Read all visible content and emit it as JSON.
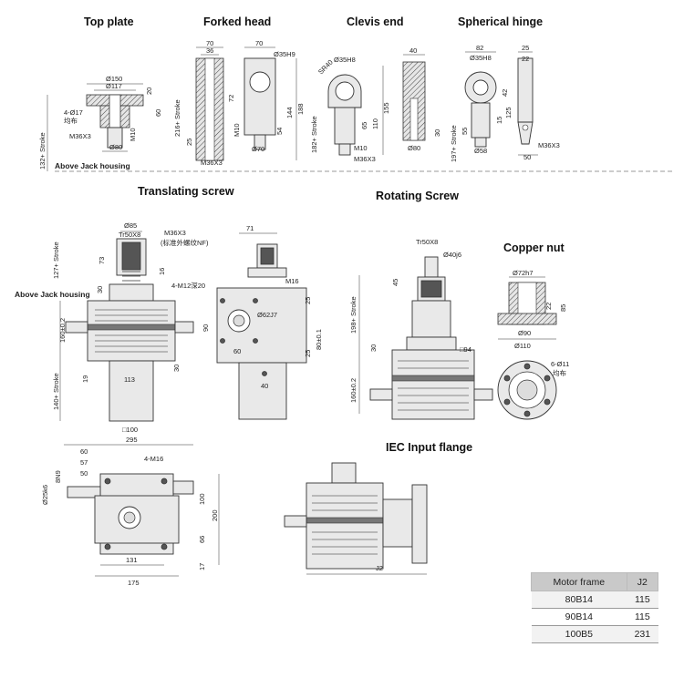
{
  "titles": {
    "top_plate": "Top plate",
    "forked_head": "Forked head",
    "clevis_end": "Clevis end",
    "spherical_hinge": "Spherical hinge",
    "translating_screw": "Translating screw",
    "rotating_screw": "Rotating Screw",
    "copper_nut": "Copper nut",
    "iec_input_flange": "IEC Input flange"
  },
  "top_plate": {
    "d150": "Ø150",
    "d117": "Ø117",
    "d80": "Ø80",
    "holes": "4-Ø17",
    "holes_note": "均布",
    "thread": "M36X3",
    "m10": "M10",
    "h20": "20",
    "h60": "60",
    "stroke": "132+ Stroke",
    "above": "Above Jack housing"
  },
  "forked_head": {
    "w70": "70",
    "w36": "36",
    "w70b": "70",
    "d35": "Ø35H9",
    "d70": "Ø70",
    "h72": "72",
    "h188": "188",
    "h144": "144",
    "h54": "54",
    "h25": "25",
    "m10": "M10",
    "thread": "M36X3",
    "stroke": "216+ Stroke"
  },
  "clevis_end": {
    "d35": "Ø35H8",
    "sr40": "SR40",
    "w40": "40",
    "h65": "65",
    "h110": "110",
    "h155": "155",
    "h30": "30",
    "m10": "M10",
    "thread": "M36X3",
    "d80": "Ø80",
    "stroke": "182+ Stroke"
  },
  "spherical_hinge": {
    "w82": "82",
    "d35": "Ø35H8",
    "w25": "25",
    "w22": "22",
    "h42": "42",
    "h125": "125",
    "h15": "15",
    "h55": "55",
    "d58": "Ø58",
    "thread": "M36X3",
    "w50": "50",
    "stroke": "197+ Stroke"
  },
  "translating_screw": {
    "d85": "Ø85",
    "tr": "Tr50X8",
    "m36": "M36X3",
    "nf": "(标准外螺纹NF)",
    "h73": "73",
    "h16": "16",
    "h30": "30",
    "h160": "160±0.2",
    "h19": "19",
    "w113": "113",
    "h30b": "30",
    "sq100": "□100",
    "stroke_top": "127+ Stroke",
    "stroke_bottom": "140+ Stroke",
    "above": "Above Jack housing"
  },
  "translating_side": {
    "w71": "71",
    "m16": "M16",
    "holes": "4-M12深20",
    "d62": "Ø62J7",
    "h90": "90",
    "w60": "60",
    "h25a": "25",
    "h25b": "25",
    "h80": "80±0.1",
    "w40": "40"
  },
  "rotating_screw": {
    "tr": "Tr50X8",
    "d40": "Ø40j6",
    "h45": "45",
    "h30": "30",
    "sq94": "□94",
    "h160": "160±0.2",
    "stroke": "198+ Stroke"
  },
  "copper_nut": {
    "d72": "Ø72h7",
    "h22": "22",
    "h85": "85",
    "d90": "Ø90",
    "d110": "Ø110",
    "holes": "6-Ø11",
    "holes_note": "均布"
  },
  "plan": {
    "w295": "295",
    "w60": "60",
    "w57": "57",
    "w50": "50",
    "m16": "4-M16",
    "key": "8N9",
    "shaft": "Ø25k6",
    "h100": "100",
    "h200": "200",
    "h66": "66",
    "h17": "17",
    "w131": "131",
    "w175": "175"
  },
  "iec": {
    "j2": "J2"
  },
  "table": {
    "headers": [
      "Motor frame",
      "J2"
    ],
    "rows": [
      [
        "80B14",
        "115"
      ],
      [
        "90B14",
        "115"
      ],
      [
        "100B5",
        "231"
      ]
    ]
  }
}
